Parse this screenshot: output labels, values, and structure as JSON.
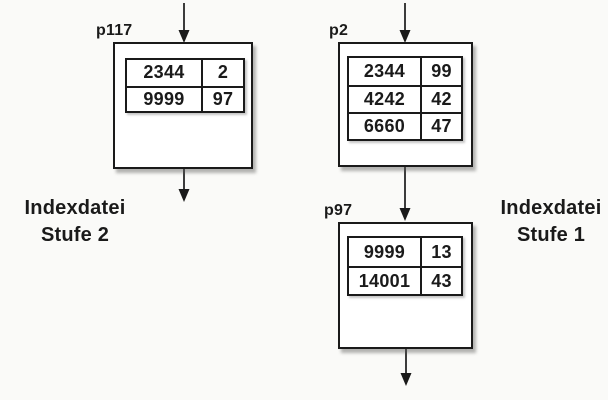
{
  "colors": {
    "ink": "#1a1a1a",
    "background": "#fafaf8",
    "box_fill": "#ffffff"
  },
  "nodes": [
    {
      "label": "p117",
      "rows": [
        [
          "2344",
          "2"
        ],
        [
          "9999",
          "97"
        ]
      ]
    },
    {
      "label": "p2",
      "rows": [
        [
          "2344",
          "99"
        ],
        [
          "4242",
          "42"
        ],
        [
          "6660",
          "47"
        ]
      ]
    },
    {
      "label": "p97",
      "rows": [
        [
          "9999",
          "13"
        ],
        [
          "14001",
          "43"
        ]
      ]
    }
  ],
  "captions": {
    "left": {
      "line1": "Indexdatei",
      "line2": "Stufe 2"
    },
    "right": {
      "line1": "Indexdatei",
      "line2": "Stufe 1"
    }
  }
}
